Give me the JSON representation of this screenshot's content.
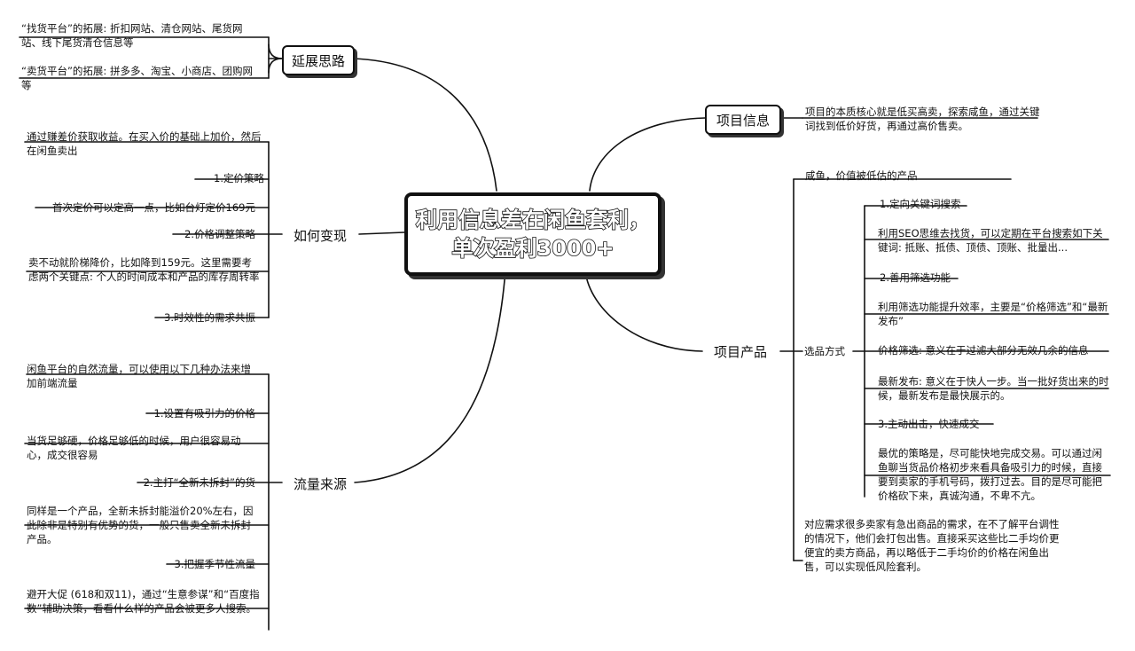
{
  "center_title": "利用信息差在闲鱼套利，单次盈利3000+",
  "branches": {
    "expand": {
      "label": "延展思路",
      "items": [
        "“找货平台”的拓展: 折扣网站、清仓网站、尾货网站、线下尾货清仓信息等",
        "“卖货平台”的拓展: 拼多多、淘宝、小商店、团购网等"
      ]
    },
    "monetize": {
      "label": "如何变现",
      "items": [
        "通过赚差价获取收益。在买入价的基础上加价，然后在闲鱼卖出",
        "1.定价策略",
        "首次定价可以定高一点，比如台灯定价169元",
        "2.价格调整策略",
        "卖不动就阶梯降价，比如降到159元。这里需要考虑两个关键点: 个人的时间成本和产品的库存周转率",
        "3.时效性的需求共振"
      ]
    },
    "traffic": {
      "label": "流量来源",
      "items": [
        "闲鱼平台的自然流量，可以使用以下几种办法来增加前端流量",
        "1.设置有吸引力的价格",
        "当货足够硬，价格足够低的时候，用户很容易动心，成交很容易",
        "2.主打“全新未拆封”的货",
        "同样是一个产品，全新未拆封能溢价20%左右，因此除非是特别有优势的货，一般只售卖全新未拆封产品。",
        "3.把握季节性流量",
        "避开大促 (618和双11)，通过“生意参谋”和“百度指数”辅助决策，看看什么样的产品会被更多人搜索。"
      ]
    },
    "info": {
      "label": "项目信息",
      "text": "项目的本质核心就是低买高卖，探索咸鱼，通过关键词找到低价好货，再通过高价售卖。"
    },
    "product": {
      "label": "项目产品",
      "intro": "咸鱼，价值被低估的产品",
      "sub_label": "选品方式",
      "items": [
        "1.定向关键词搜索",
        "利用SEO思维去找货，可以定期在平台搜索如下关键词: 抵账、抵债、顶债、顶账、批量出...",
        "2.善用筛选功能",
        "利用筛选功能提升效率，主要是“价格筛选”和“最新发布”",
        "价格筛选: 意义在于过滤大部分无效几余的信息",
        "最新发布: 意义在于快人一步。当一批好货出来的时候，最新发布是最快展示的。",
        "3.主动出击，快速成交",
        "最优的策略是，尽可能快地完成交易。可以通过闲鱼聊当货品价格初步来看具备吸引力的时候，直接要到卖家的手机号码，拨打过去。目的是尽可能把价格砍下来，真诚沟通，不卑不亢。"
      ],
      "footer": "对应需求很多卖家有急出商品的需求，在不了解平台调性的情况下，他们会打包出售。直接采买这些比二手均价更便宜的卖方商品，再以略低于二手均价的价格在闲鱼出售，可以实现低风险套利。"
    }
  },
  "colors": {
    "line": "#111111",
    "box_border": "#111111",
    "shadow": "#333333"
  }
}
